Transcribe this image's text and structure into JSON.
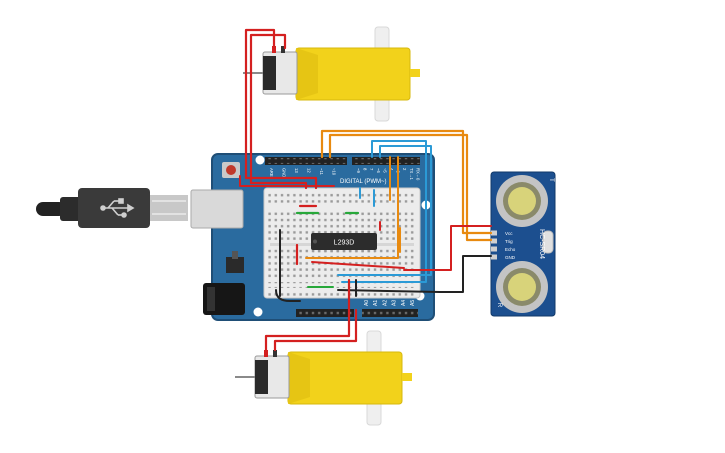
{
  "board": {
    "header_digital": "DIGITAL (PWM~)",
    "digital_pins": [
      "AREF",
      "GND",
      "13",
      "12",
      "~11",
      "~10",
      "~9",
      "8",
      "7",
      "~6",
      "~5",
      "4",
      "~3",
      "2",
      "TX→1",
      "RX←0"
    ],
    "analog_pins": [
      "A0",
      "A1",
      "A2",
      "A3",
      "A4",
      "A5"
    ]
  },
  "chip": {
    "label": "L293D"
  },
  "sensor": {
    "model": "HC-SR04",
    "pins": [
      "Vcc",
      "Trig",
      "Echo",
      "GND"
    ],
    "marks": [
      "T",
      "R"
    ]
  },
  "colors": {
    "board": "#2a6b9f",
    "board_edge": "#1f4e76",
    "breadboard": "#ececec",
    "motor": "#f2d21b",
    "sensor_board": "#1c4f8f",
    "wire_red": "#d42020",
    "wire_orange": "#e88a10",
    "wire_blue": "#2b9ad6",
    "wire_green": "#27a83a",
    "wire_black": "#222222"
  },
  "icons": [
    "usb-icon"
  ]
}
